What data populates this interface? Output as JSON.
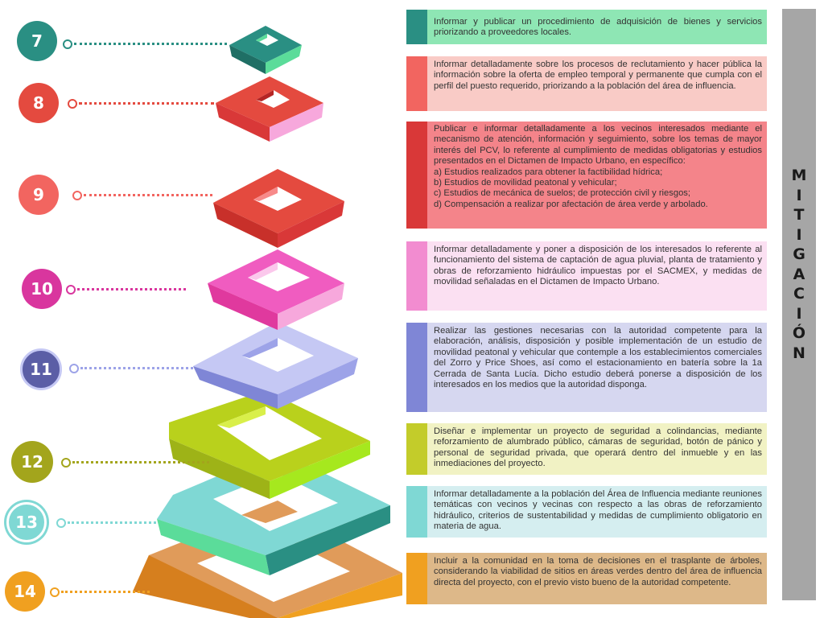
{
  "sidebar": {
    "title": "MITIGACIÓN"
  },
  "steps": [
    {
      "number": "7",
      "color": "#2a8f83",
      "text": "Informar y publicar un procedimiento de adquisición de bienes y servicios priorizando a proveedores locales."
    },
    {
      "number": "8",
      "color": "#e44a3f",
      "text": "Informar detalladamente sobre los procesos de reclutamiento y hacer pública la información sobre la oferta de empleo temporal y permanente que cumpla con el perfil del puesto requerido, priorizando a la población del área de influencia."
    },
    {
      "number": "9",
      "color": "#f26560",
      "text": "Publicar e informar detalladamente a los vecinos interesados mediante el mecanismo de atención, información y seguimiento, sobre los temas de mayor interés del PCV, lo referente al cumplimiento de medidas obligatorias y estudios presentados en el Dictamen de Impacto Urbano, en específico:"
    },
    {
      "number": "10",
      "color": "#d9369e",
      "text": "Informar detalladamente y poner a disposición de los interesados lo referente al funcionamiento del sistema de captación de agua pluvial, planta de tratamiento y obras de reforzamiento hidráulico impuestas por el SACMEX, y medidas de movilidad señaladas en el Dictamen de Impacto Urbano."
    },
    {
      "number": "11",
      "color": "#5b5ea6",
      "text": "Realizar las gestiones necesarias con la autoridad competente para la elaboración, análisis, disposición y posible implementación de un estudio de movilidad peatonal y vehicular que contemple a los establecimientos comerciales del Zorro y Price Shoes, así como el estacionamiento en batería sobre la 1a Cerrada de Santa Lucía. Dicho estudio deberá ponerse a disposición de los interesados en los medios que la autoridad disponga."
    },
    {
      "number": "12",
      "color": "#a3a51c",
      "text": "Diseñar e implementar un proyecto de seguridad a colindancias, mediante reforzamiento de alumbrado público, cámaras de seguridad, botón de pánico y personal de seguridad privada, que operará dentro del inmueble y en las inmediaciones del proyecto."
    },
    {
      "number": "13",
      "color": "#7fd8d4",
      "text": "Informar detalladamente a la población del Área de Influencia mediante reuniones temáticas con vecinos y vecinas con respecto a las obras de reforzamiento hidráulico, criterios de sustentabilidad y medidas de cumplimiento obligatorio en materia de agua."
    },
    {
      "number": "14",
      "color": "#f0a020",
      "text": "Incluir a la comunidad en la toma de decisiones en el trasplante de árboles, considerando la viabilidad de sitios en áreas verdes dentro del área de influencia directa del proyecto, con el previo visto bueno de la autoridad competente."
    }
  ],
  "step9_list": [
    "a) Estudios realizados para obtener la factibilidad hídrica;",
    "b) Estudios de movilidad peatonal y vehicular;",
    "c) Estudios de mecánica de suelos; de protección civil y riesgos;",
    "d) Compensación a realizar por afectación de área verde y arbolado."
  ],
  "palette": {
    "sidebar": "#a6a6a6",
    "card_backgrounds": [
      "#8ee6b4",
      "#f9cbc6",
      "#f4848a",
      "#fbe0f2",
      "#d6d7f0",
      "#f1f2c4",
      "#d5eef0",
      "#ddb889"
    ],
    "card_tabs": [
      "#2a8f83",
      "#f26560",
      "#d93838",
      "#f28cd0",
      "#7f86d6",
      "#c3cc2a",
      "#7fd8d4",
      "#f0a020"
    ]
  }
}
